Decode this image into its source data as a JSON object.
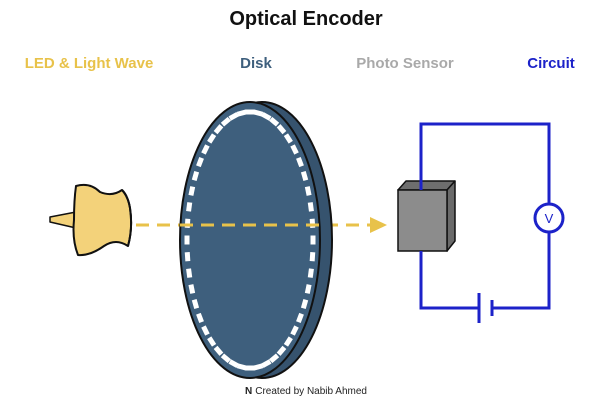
{
  "title": "Optical Encoder",
  "labels": {
    "led": "LED & Light Wave",
    "disk": "Disk",
    "sensor": "Photo Sensor",
    "circuit": "Circuit"
  },
  "voltmeter_label": "V",
  "credit": {
    "mark": "N",
    "text": "Created by Nabib Ahmed"
  },
  "colors": {
    "led": "#f3d27a",
    "led_label": "#e8c24a",
    "beam": "#e8c24a",
    "disk_face": "#3e5f7d",
    "disk_rim": "#36536e",
    "sensor_label": "#a9a9a9",
    "sensor_body": "#8c8c8c",
    "circuit": "#1c22c9",
    "disk_label": "#3e5f7d"
  }
}
